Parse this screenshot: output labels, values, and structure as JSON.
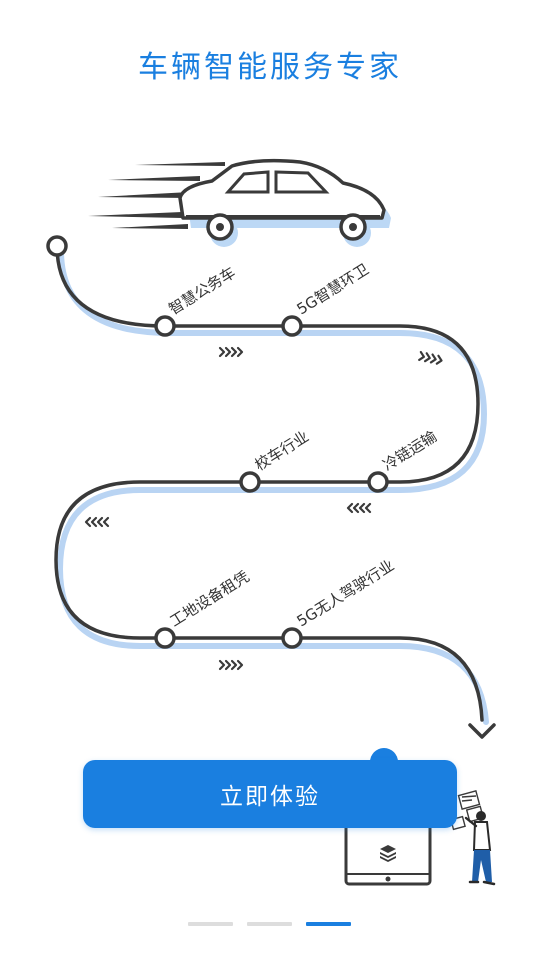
{
  "title": "车辆智能服务专家",
  "stops": [
    "智慧公务车",
    "5G智慧环卫",
    "校车行业",
    "冷链运输",
    "工地设备租凭",
    "5G无人驾驶行业"
  ],
  "cta_label": "立即体验",
  "pager": {
    "count": 3,
    "active_index": 2
  },
  "icons": {
    "car": "car-icon",
    "direction": "chevron-arrows-icon",
    "route_end": "arrow-down-icon",
    "device": "tablet-icon",
    "person": "person-icon",
    "app": "layers-icon"
  },
  "colors": {
    "accent": "#1a7fe0",
    "route_line": "#3a3a3a",
    "route_shadow": "#b9d4f3",
    "car_fill": "#bcd8f5",
    "pager_inactive": "#dddddd"
  }
}
